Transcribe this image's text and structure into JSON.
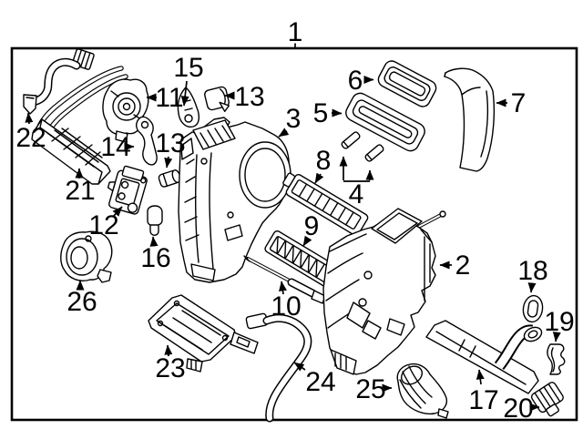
{
  "style": {
    "line_color": "#000000",
    "background_color": "#ffffff"
  },
  "callouts": [
    {
      "part": "1"
    },
    {
      "part": "2"
    },
    {
      "part": "3"
    },
    {
      "part": "4"
    },
    {
      "part": "5"
    },
    {
      "part": "6"
    },
    {
      "part": "7"
    },
    {
      "part": "8"
    },
    {
      "part": "9"
    },
    {
      "part": "10"
    },
    {
      "part": "11"
    },
    {
      "part": "12"
    },
    {
      "part": "13"
    },
    {
      "part": "13"
    },
    {
      "part": "14"
    },
    {
      "part": "15"
    },
    {
      "part": "16"
    },
    {
      "part": "17"
    },
    {
      "part": "18"
    },
    {
      "part": "19"
    },
    {
      "part": "20"
    },
    {
      "part": "21"
    },
    {
      "part": "22"
    },
    {
      "part": "23"
    },
    {
      "part": "24"
    },
    {
      "part": "25"
    },
    {
      "part": "26"
    }
  ]
}
